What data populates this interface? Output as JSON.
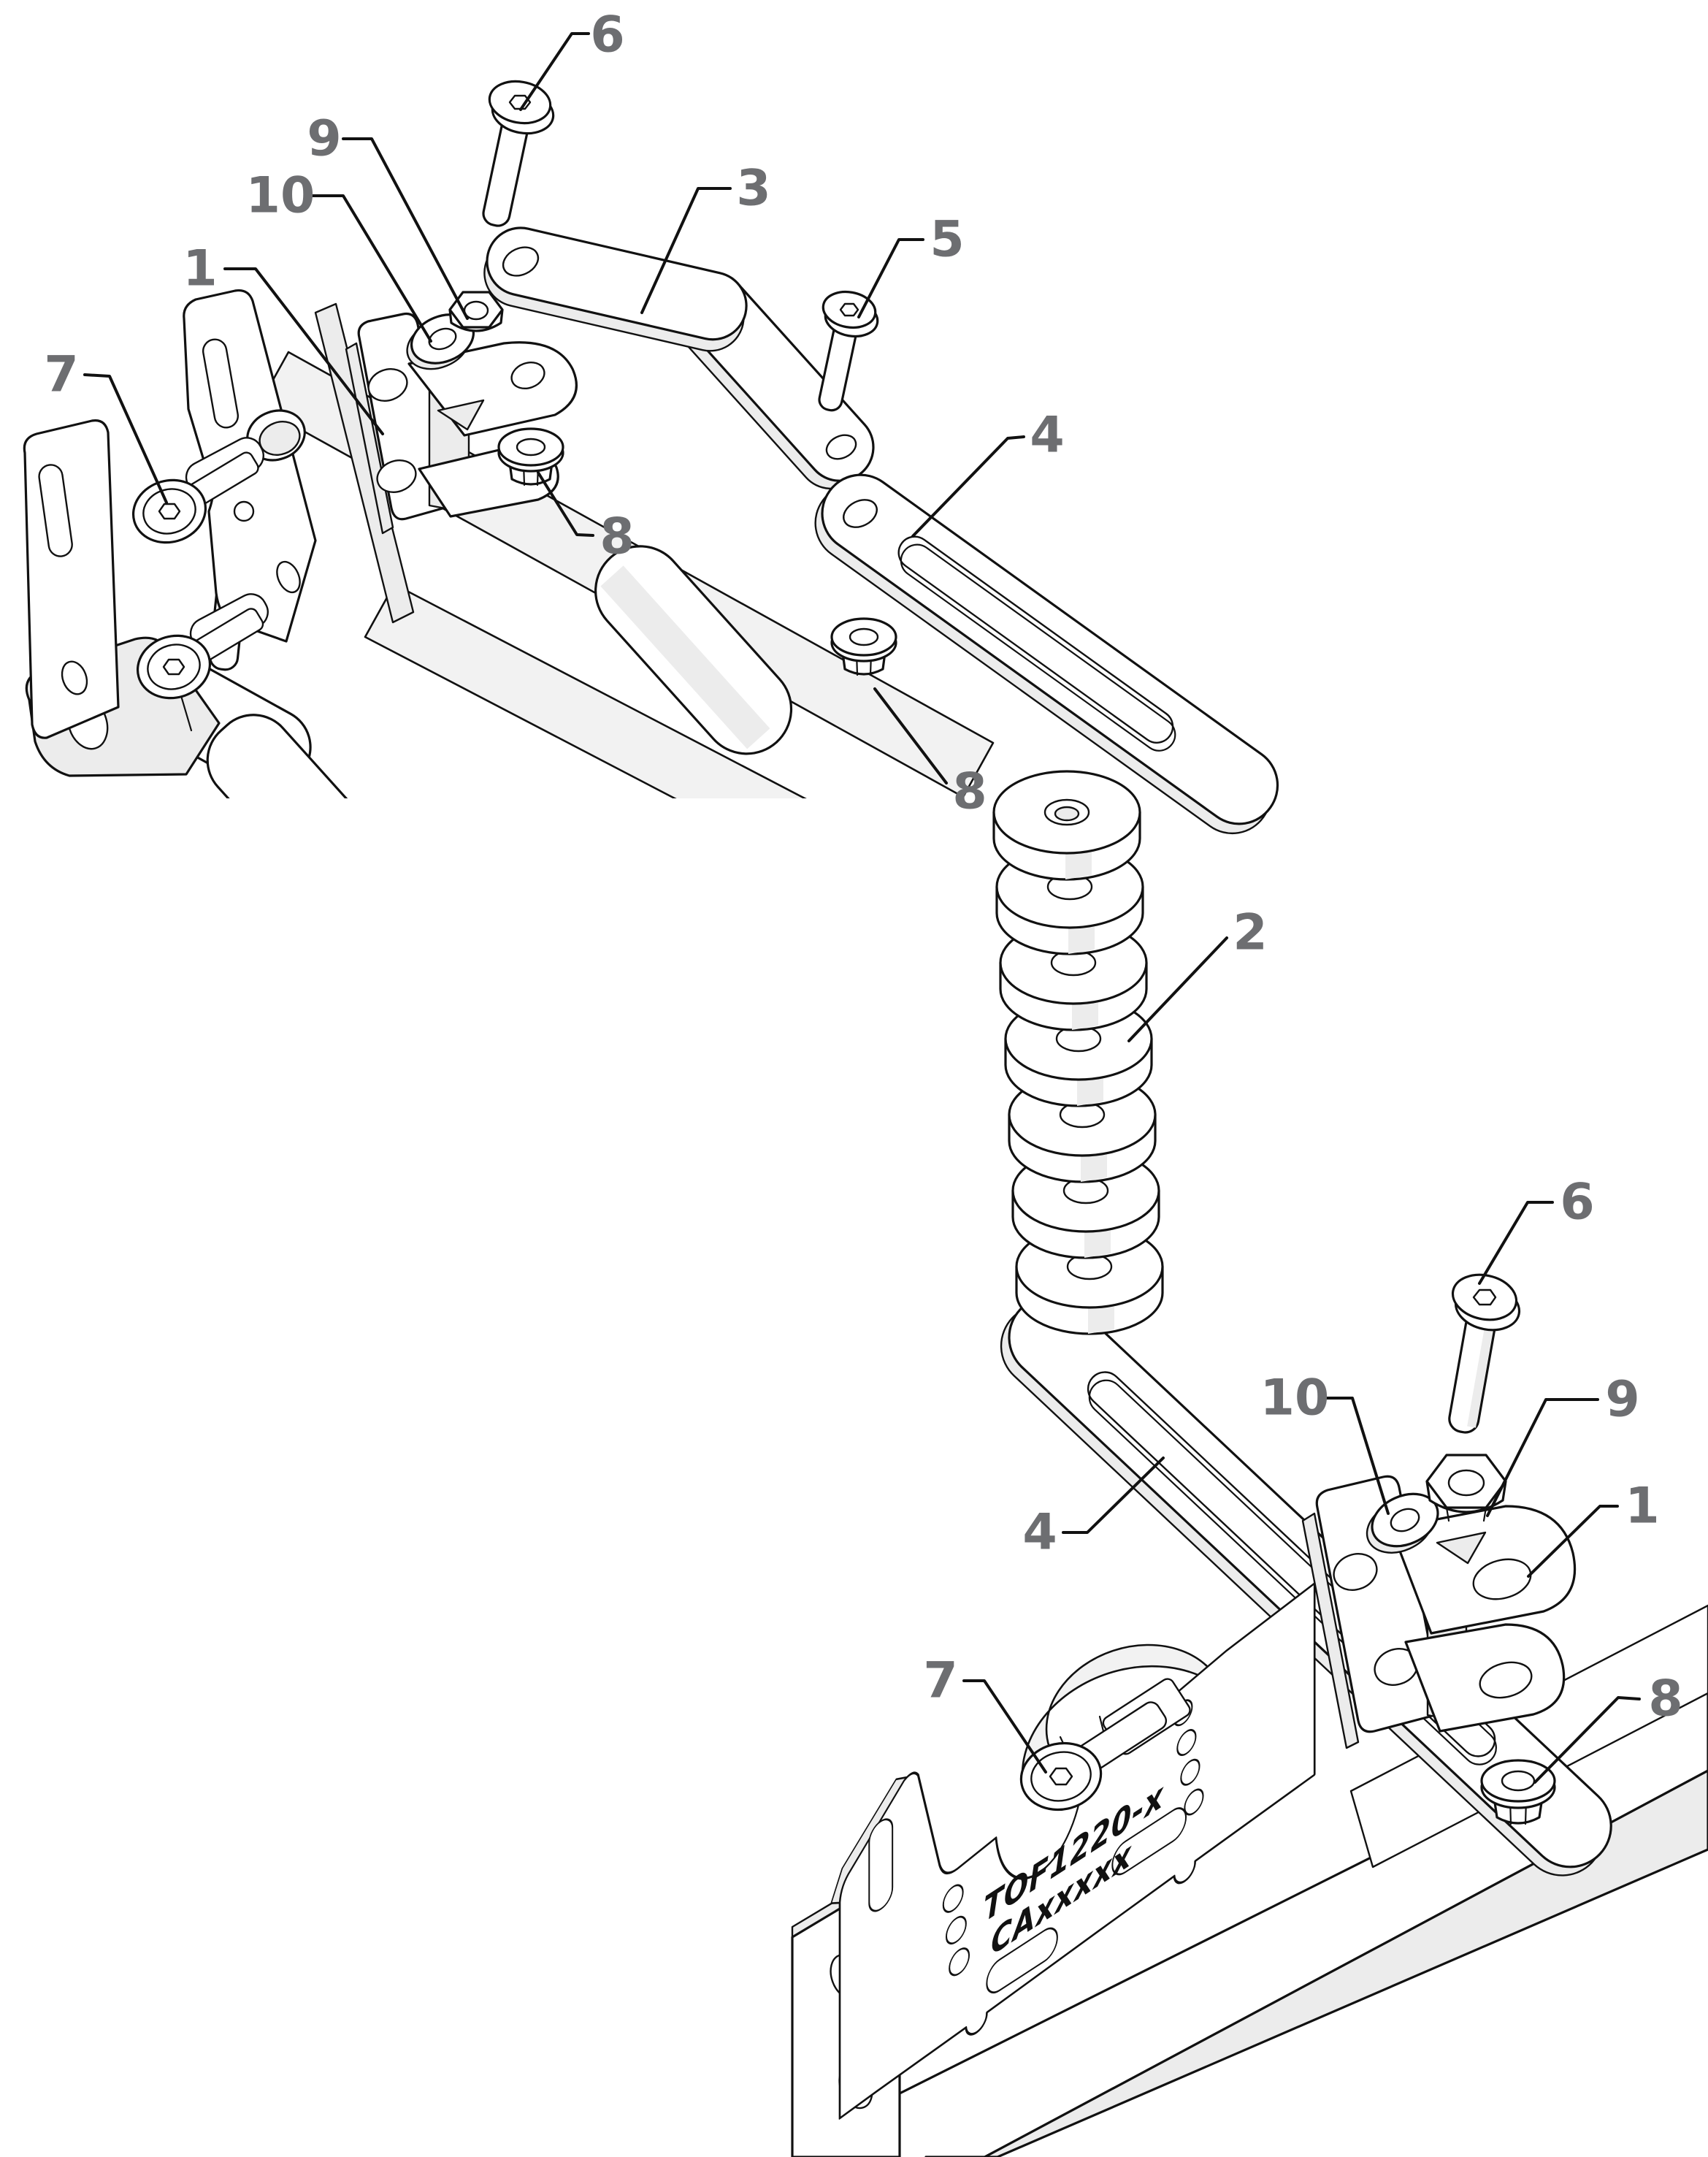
{
  "figure": {
    "kind": "exploded-assembly-technical-diagram",
    "background": "#ffffff",
    "colors": {
      "outline": "#111111",
      "leader_line": "#111111",
      "callout_number": "#6d6e71",
      "part_fill": "#ffffff",
      "shade_fill": "#ececec",
      "marking_text": "#111111"
    },
    "plate_marking": {
      "line1": "TOF1220-x",
      "line2": "CAxxxxx"
    },
    "views": [
      {
        "id": "upper",
        "description": "upper-left exploded view"
      },
      {
        "id": "lower",
        "description": "lower-right exploded view"
      }
    ],
    "callouts": [
      {
        "label": "6",
        "view": "upper",
        "part": "button-head-bolt-long"
      },
      {
        "label": "9",
        "view": "upper",
        "part": "hex-nut"
      },
      {
        "label": "10",
        "view": "upper",
        "part": "flat-washer"
      },
      {
        "label": "1",
        "view": "upper",
        "part": "pivot-bracket"
      },
      {
        "label": "3",
        "view": "upper",
        "part": "offset-link-arm"
      },
      {
        "label": "5",
        "view": "upper",
        "part": "button-head-bolt-short"
      },
      {
        "label": "7",
        "view": "upper",
        "part": "countersunk-screw"
      },
      {
        "label": "8",
        "view": "upper",
        "part": "flanged-nut"
      },
      {
        "label": "4",
        "view": "upper",
        "part": "slotted-strap"
      },
      {
        "label": "8",
        "view": "upper",
        "part": "flanged-nut"
      },
      {
        "label": "2",
        "view": "lower",
        "part": "spacer-stack"
      },
      {
        "label": "6",
        "view": "lower",
        "part": "button-head-bolt-long"
      },
      {
        "label": "10",
        "view": "lower",
        "part": "flat-washer"
      },
      {
        "label": "9",
        "view": "lower",
        "part": "hex-nut"
      },
      {
        "label": "1",
        "view": "lower",
        "part": "pivot-bracket"
      },
      {
        "label": "4",
        "view": "lower",
        "part": "slotted-strap"
      },
      {
        "label": "7",
        "view": "lower",
        "part": "countersunk-screw"
      },
      {
        "label": "8",
        "view": "lower",
        "part": "flanged-nut"
      }
    ]
  }
}
